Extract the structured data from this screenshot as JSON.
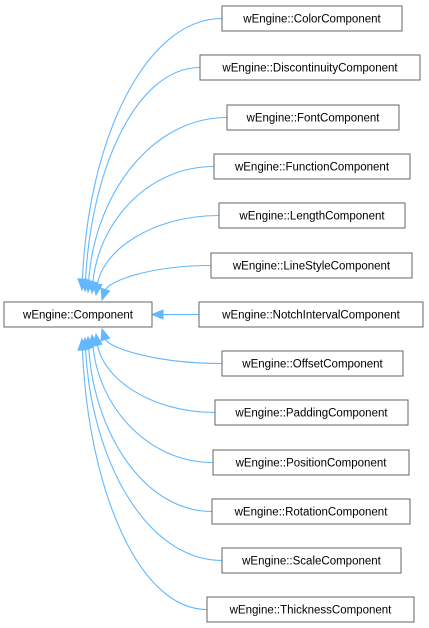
{
  "base_class": {
    "label": "wEngine::Component"
  },
  "derived_classes": [
    {
      "label": "wEngine::ColorComponent"
    },
    {
      "label": "wEngine::DiscontinuityComponent"
    },
    {
      "label": "wEngine::FontComponent"
    },
    {
      "label": "wEngine::FunctionComponent"
    },
    {
      "label": "wEngine::LengthComponent"
    },
    {
      "label": "wEngine::LineStyleComponent"
    },
    {
      "label": "wEngine::NotchIntervalComponent"
    },
    {
      "label": "wEngine::OffsetComponent"
    },
    {
      "label": "wEngine::PaddingComponent"
    },
    {
      "label": "wEngine::PositionComponent"
    },
    {
      "label": "wEngine::RotationComponent"
    },
    {
      "label": "wEngine::ScaleComponent"
    },
    {
      "label": "wEngine::ThicknessComponent"
    }
  ],
  "colors": {
    "edge": "#63b8ff",
    "node_border": "#666666",
    "node_fill": "#ffffff"
  }
}
